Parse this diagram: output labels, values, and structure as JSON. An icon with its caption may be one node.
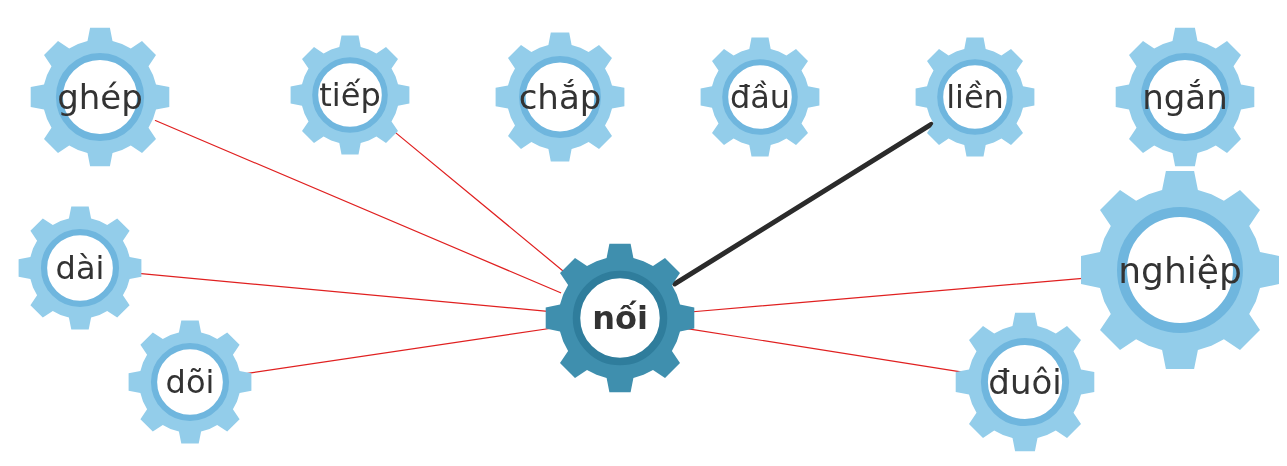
{
  "diagram": {
    "nodes": [
      {
        "text": [
          "ghép"
        ]
      },
      {
        "text": [
          "tiếp"
        ]
      },
      {
        "text": [
          "chắp"
        ]
      },
      {
        "text": [
          "đầu"
        ]
      },
      {
        "text": [
          "liền"
        ]
      },
      {
        "text": [
          "ngắn"
        ]
      },
      {
        "text": [
          "dài"
        ]
      },
      {
        "text": [
          "nghiệp"
        ]
      },
      {
        "text": [
          "nối"
        ]
      },
      {
        "text": [
          "dõi"
        ]
      },
      {
        "text": [
          "đuôi"
        ]
      }
    ],
    "edges": [
      {
        "from": 0,
        "to": 8,
        "arrow": "none"
      },
      {
        "from": 1,
        "to": 8,
        "arrow": "none"
      },
      {
        "from": 6,
        "to": 8,
        "arrow": "none"
      },
      {
        "from": 9,
        "to": 8,
        "arrow": "none"
      },
      {
        "from": 7,
        "to": 8,
        "arrow": "none"
      },
      {
        "from": 10,
        "to": 8,
        "arrow": "none"
      },
      {
        "from": 8,
        "to": 4,
        "arrow": "none",
        "style": "thick",
        "color": "#2b2b2b"
      }
    ]
  }
}
